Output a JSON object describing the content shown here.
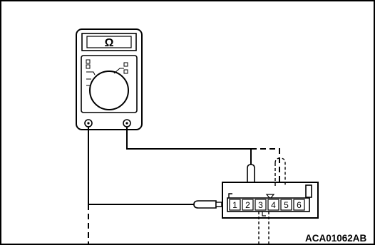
{
  "meter": {
    "display_symbol": "Ω",
    "icon": "ohmmeter-icon"
  },
  "connector": {
    "pin_labels": [
      "1",
      "2",
      "3",
      "4",
      "5",
      "6"
    ]
  },
  "figure_code": "ACA01062AB"
}
